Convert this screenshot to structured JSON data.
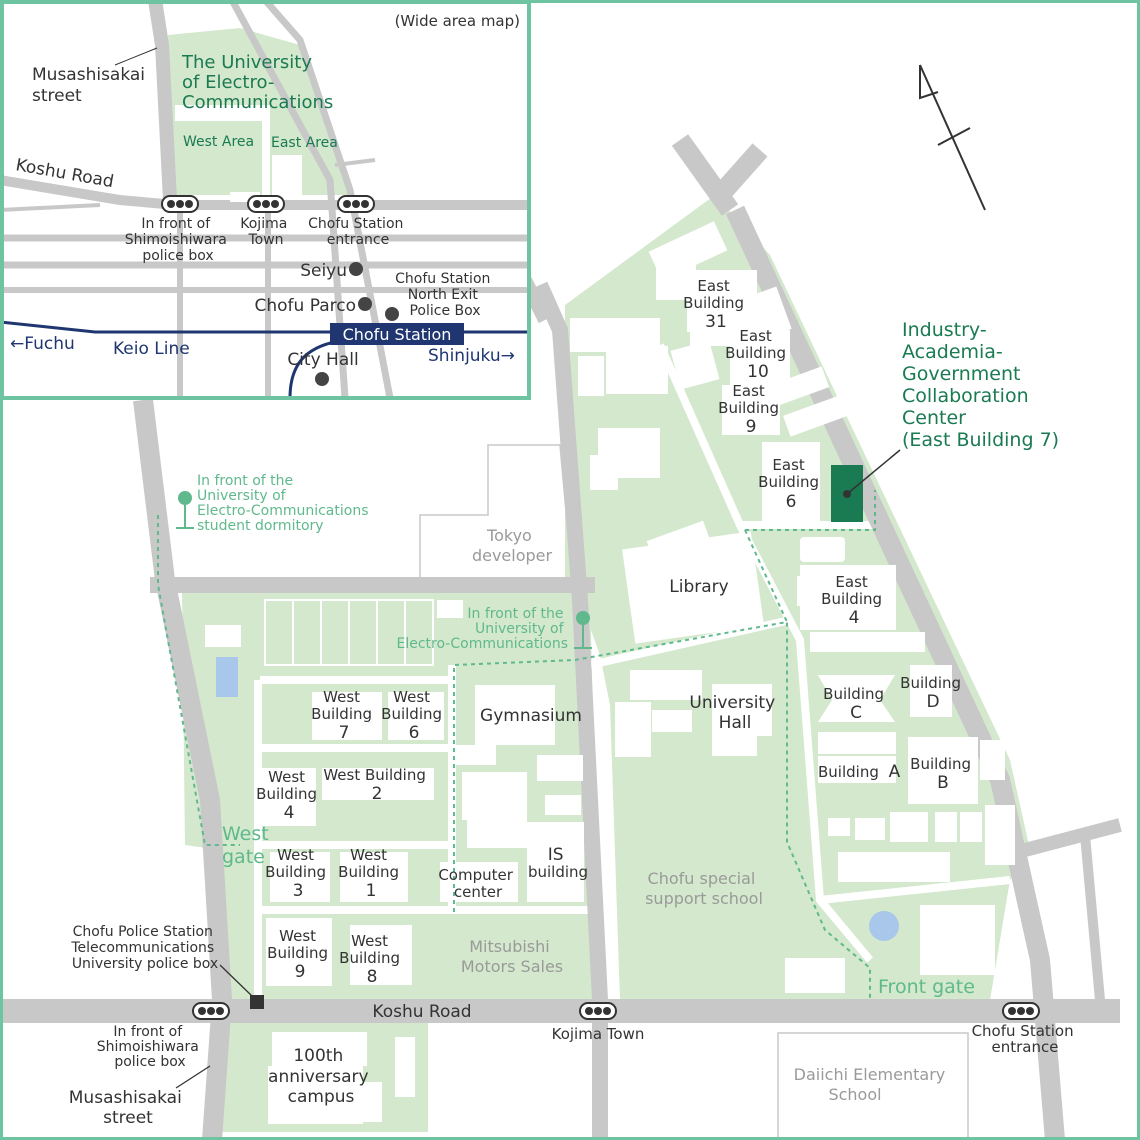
{
  "colors": {
    "campus_fill": "#d3e8cc",
    "road": "#c8c8c8",
    "building": "#ffffff",
    "target_building": "#1a7a52",
    "border": "#6ec3a0",
    "gate_green": "#5fb98d",
    "dark_green": "#1a7a52",
    "rail_navy": "#1f3670"
  },
  "icons": {
    "traffic_light": "traffic-light-icon",
    "pin": "location-pin-icon",
    "north": "north-arrow-icon"
  },
  "inset": {
    "title": "(Wide area map)",
    "university_name": [
      "The University",
      "of Electro-",
      "Communications"
    ],
    "west_area": "West Area",
    "east_area": "East Area",
    "musashisakai": [
      "Musashisakai",
      "street"
    ],
    "koshu_road": "Koshu Road",
    "signal_shimoishiwara": [
      "In front of",
      "Shimoishiwara",
      "police box"
    ],
    "signal_kojima": [
      "Kojima",
      "Town"
    ],
    "signal_chofu": [
      "Chofu Station",
      "entrance"
    ],
    "seiyu": "Seiyu",
    "chofu_parco": "Chofu Parco",
    "police_box": [
      "Chofu Station",
      "North Exit",
      "Police Box"
    ],
    "chofu_station": "Chofu Station",
    "fuchu": "←Fuchu",
    "keio_line": "Keio Line",
    "shinjuku": "Shinjuku→",
    "city_hall": "City Hall"
  },
  "main": {
    "target_center": [
      "Industry-",
      "Academia-",
      "Government",
      "Collaboration",
      "Center",
      "(East Building 7)"
    ],
    "east_building_31": [
      "East",
      "Building",
      "31"
    ],
    "east_building_10": [
      "East",
      "Building",
      "10"
    ],
    "east_building_9": [
      "East",
      "Building",
      "9"
    ],
    "east_building_6": [
      "East",
      "Building",
      "6"
    ],
    "east_building_4": [
      "East",
      "Building",
      "4"
    ],
    "library": "Library",
    "university_hall": [
      "University",
      "Hall"
    ],
    "building_c": [
      "Building",
      "C"
    ],
    "building_d": [
      "Building",
      "D"
    ],
    "building_a": [
      "Building",
      "A"
    ],
    "building_b": [
      "Building",
      "B"
    ],
    "tokyo_developer": [
      "Tokyo",
      "developer"
    ],
    "dormitory_stop": [
      "In front of the",
      "University of",
      "Electro-Communications",
      "student dormitory"
    ],
    "uec_stop": [
      "In front of the",
      "University of",
      "Electro-Communications"
    ],
    "gymnasium": "Gymnasium",
    "west_building_7": [
      "West",
      "Building",
      "7"
    ],
    "west_building_6": [
      "West",
      "Building",
      "6"
    ],
    "west_building_4": [
      "West",
      "Building",
      "4"
    ],
    "west_building_2": [
      "West Building",
      "2"
    ],
    "west_building_3": [
      "West",
      "Building",
      "3"
    ],
    "west_building_1": [
      "West",
      "Building",
      "1"
    ],
    "west_building_9": [
      "West",
      "Building",
      "9"
    ],
    "west_building_8": [
      "West",
      "Building",
      "8"
    ],
    "is_building": [
      "IS",
      "building"
    ],
    "computer_center": [
      "Computer",
      "center"
    ],
    "west_gate": [
      "West",
      "gate"
    ],
    "front_gate": "Front gate",
    "special_school": [
      "Chofu special",
      "support school"
    ],
    "mitsubishi": [
      "Mitsubishi",
      "Motors Sales"
    ],
    "police_station": [
      "Chofu Police Station",
      "Telecommunications",
      "University police box"
    ],
    "koshu_road": "Koshu Road",
    "signal_shimoishiwara": [
      "In front of",
      "Shimoishiwara",
      "police box"
    ],
    "musashisakai": [
      "Musashisakai",
      "street"
    ],
    "signal_kojima": "Kojima Town",
    "signal_chofu": [
      "Chofu Station",
      "entrance"
    ],
    "campus_100th": [
      "100th",
      "anniversary",
      "campus"
    ],
    "daiichi_school": [
      "Daiichi Elementary",
      "School"
    ]
  }
}
